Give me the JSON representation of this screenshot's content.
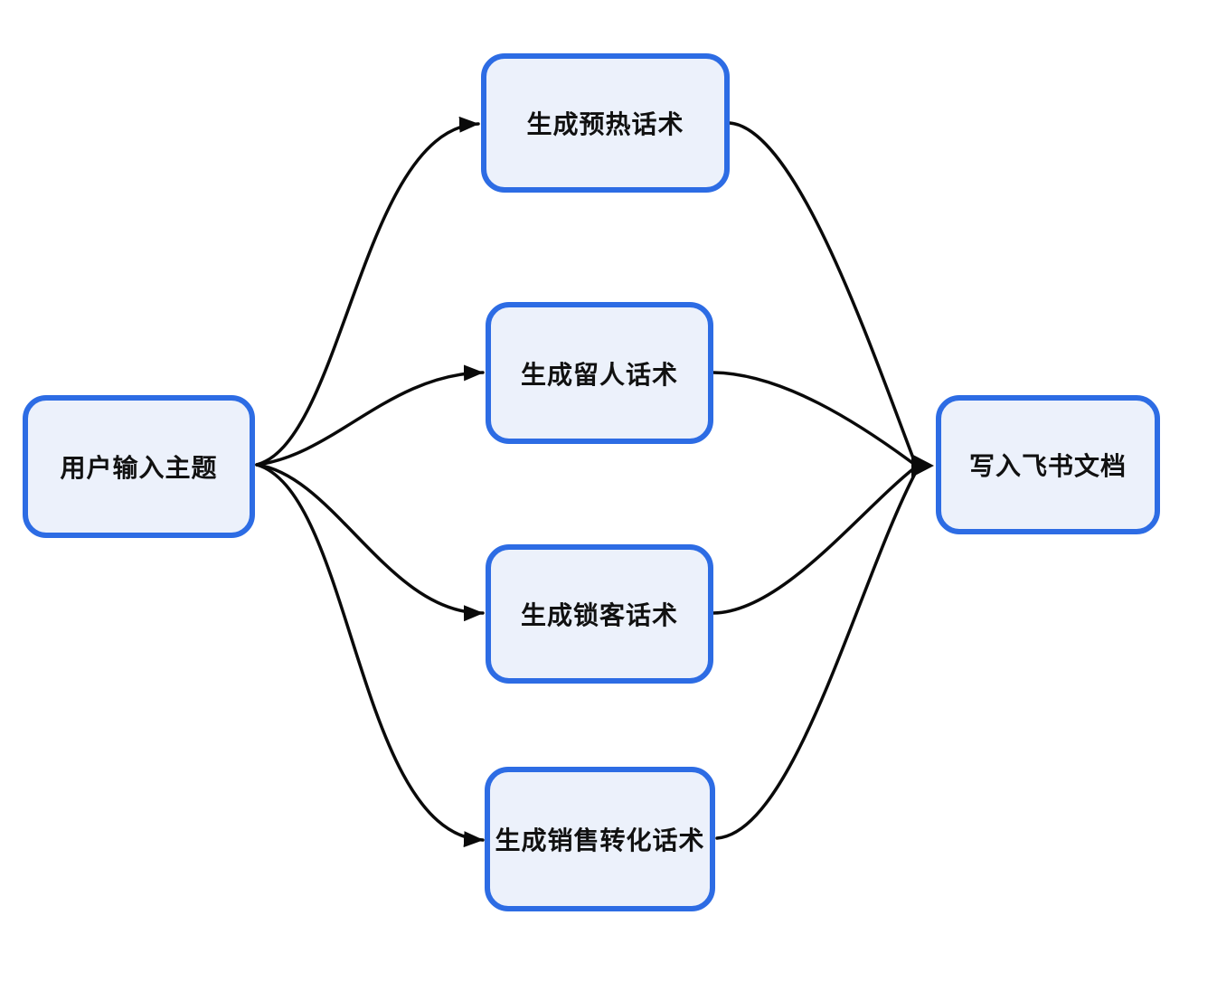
{
  "diagram": {
    "type": "flowchart",
    "direction": "left-to-right",
    "colors": {
      "node_border": "#2d6ce4",
      "node_fill": "#ecf1fb",
      "edge": "#0a0a0a",
      "text": "#111111",
      "background": "#ffffff"
    },
    "nodes": [
      {
        "id": "user-input",
        "label": "用户输入主题"
      },
      {
        "id": "gen-warmup",
        "label": "生成预热话术"
      },
      {
        "id": "gen-retain",
        "label": "生成留人话术"
      },
      {
        "id": "gen-lock",
        "label": "生成锁客话术"
      },
      {
        "id": "gen-convert",
        "label": "生成销售转化话术"
      },
      {
        "id": "write-feishu-doc",
        "label": "写入飞书文档"
      }
    ],
    "edges": [
      {
        "from": "用户输入主题",
        "to": "生成预热话术"
      },
      {
        "from": "用户输入主题",
        "to": "生成留人话术"
      },
      {
        "from": "用户输入主题",
        "to": "生成锁客话术"
      },
      {
        "from": "用户输入主题",
        "to": "生成销售转化话术"
      },
      {
        "from": "生成预热话术",
        "to": "写入飞书文档"
      },
      {
        "from": "生成留人话术",
        "to": "写入飞书文档"
      },
      {
        "from": "生成锁客话术",
        "to": "写入飞书文档"
      },
      {
        "from": "生成销售转化话术",
        "to": "写入飞书文档"
      }
    ]
  }
}
